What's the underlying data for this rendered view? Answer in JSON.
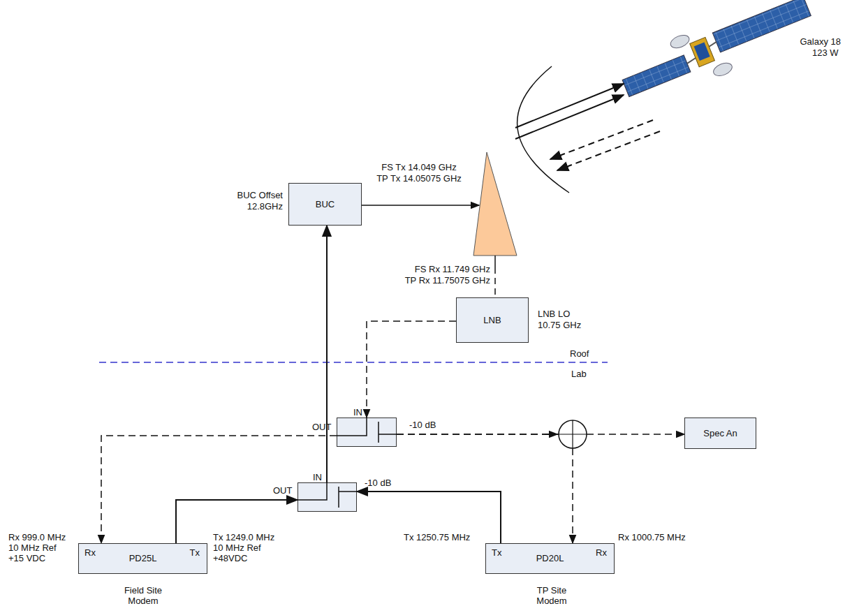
{
  "diagram": {
    "nodes": [
      {
        "text": [
          "BUC"
        ]
      },
      {
        "text": [
          "LNB"
        ]
      },
      {
        "text": [
          "IN",
          "OUT",
          "-10 dB"
        ]
      },
      {
        "text": [
          "IN",
          "OUT",
          "-10 dB"
        ]
      },
      {
        "text": [
          "Spec An"
        ]
      },
      {
        "text": [
          "Rx",
          "PD25L",
          "Tx"
        ]
      },
      {
        "text": [
          "Tx",
          "PD20L",
          "Rx"
        ]
      }
    ],
    "edges": [
      {
        "from": 1,
        "to": 2,
        "arrow": "to"
      },
      {
        "from": 2,
        "to": 5,
        "arrow": "to"
      },
      {
        "from": 2,
        "to": 4,
        "arrow": "to"
      },
      {
        "from": 2,
        "to": 6,
        "arrow": "to"
      },
      {
        "from": 5,
        "to": 3,
        "arrow": "to"
      },
      {
        "from": 6,
        "to": 3,
        "arrow": "to"
      },
      {
        "from": 3,
        "to": 0,
        "arrow": "to"
      }
    ],
    "labels": [
      "Galaxy 18",
      "123 W",
      "BUC Offset",
      "12.8GHz",
      "FS Tx 14.049 GHz",
      "TP Tx 14.05075 GHz",
      "FS Rx 11.749 GHz",
      "TP Rx 11.75075 GHz",
      "LNB LO",
      "10.75 GHz",
      "Roof",
      "Lab",
      "Rx 999.0 MHz",
      "10 MHz Ref",
      "+15 VDC",
      "Tx 1249.0 MHz",
      "10 MHz Ref",
      "+48VDC",
      "Tx 1250.75 MHz",
      "Rx 1000.75 MHz",
      "Field Site",
      "Modem",
      "TP Site",
      "Modem"
    ]
  }
}
